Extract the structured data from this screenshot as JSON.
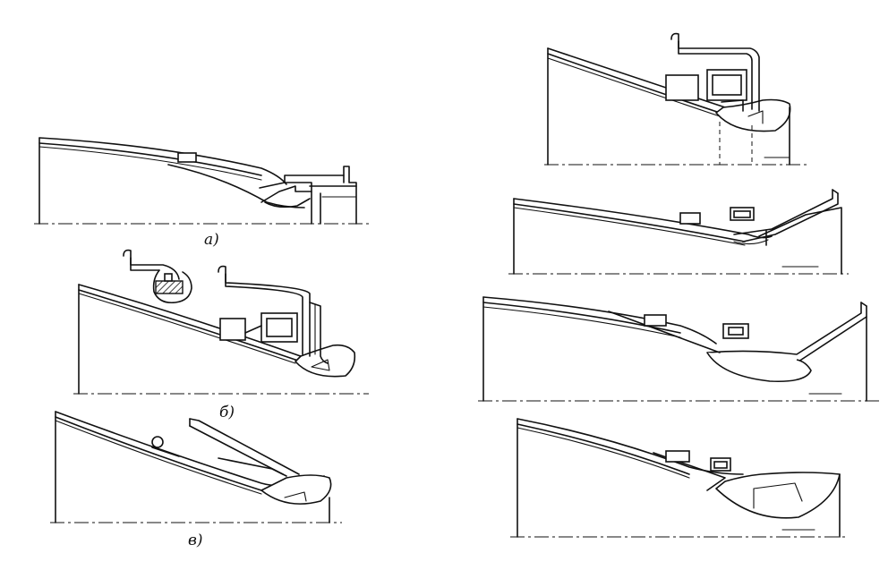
{
  "labels": {
    "a": "а)",
    "b": "б)",
    "v": "в)"
  },
  "colors": {
    "ink": "#111111",
    "paper": "#ffffff"
  }
}
